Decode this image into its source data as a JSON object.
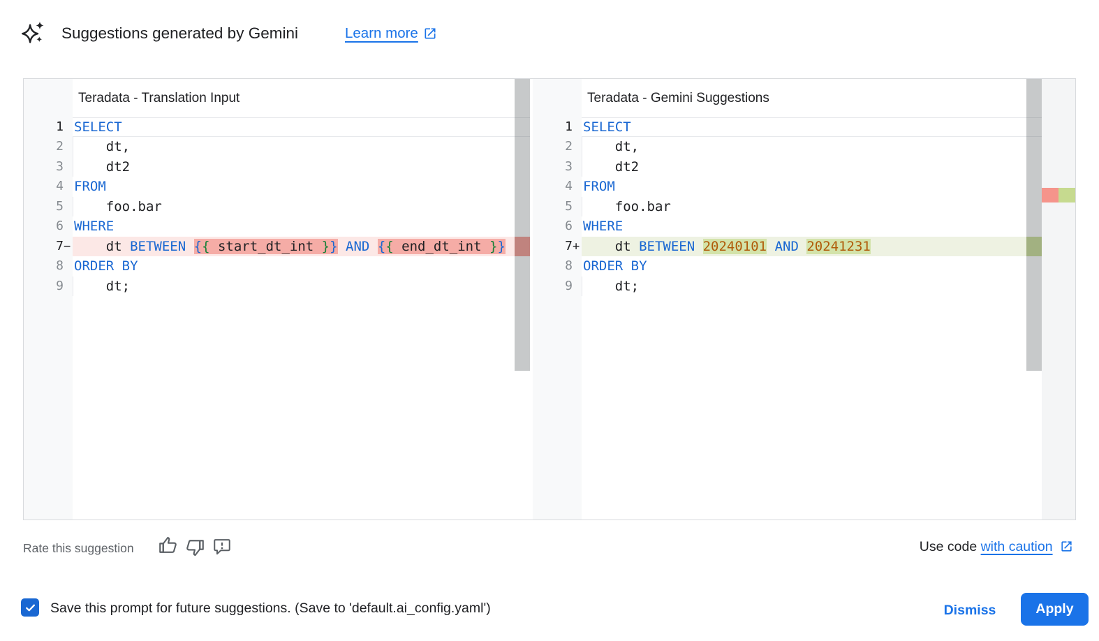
{
  "header": {
    "title": "Suggestions generated by Gemini",
    "learn_more_label": "Learn more"
  },
  "colors": {
    "accent_blue": "#1a73e8",
    "keyword_blue": "#1967d2",
    "number_orange": "#b05b09",
    "brace_outer_blue": "#1967d2",
    "brace_inner_green": "#188038",
    "text_dark": "#202124",
    "text_gray": "#5f6368",
    "line_number_gray": "#868b90",
    "gutter_bg": "#f8f9fa",
    "panel_border": "#d9dbde",
    "removed_line_bg": "#fce8e6",
    "removed_word_bg": "#f5aca6",
    "added_line_bg": "#eef2e2",
    "added_word_bg": "#d3e3aa",
    "ruler_red": "#f5948b",
    "ruler_green": "#c6da8f",
    "checkbox_blue": "#1967d2"
  },
  "left_panel": {
    "title": "Teradata - Translation Input",
    "lines": [
      {
        "num": "1",
        "active": true,
        "segs": [
          {
            "t": "SELECT",
            "c": "kw"
          }
        ]
      },
      {
        "num": "2",
        "indent": true,
        "segs": [
          {
            "t": "    dt,",
            "c": "id"
          }
        ]
      },
      {
        "num": "3",
        "indent": true,
        "segs": [
          {
            "t": "    dt2",
            "c": "id"
          }
        ]
      },
      {
        "num": "4",
        "segs": [
          {
            "t": "FROM",
            "c": "kw"
          }
        ]
      },
      {
        "num": "5",
        "indent": true,
        "segs": [
          {
            "t": "    foo.bar",
            "c": "id"
          }
        ]
      },
      {
        "num": "6",
        "segs": [
          {
            "t": "WHERE",
            "c": "kw"
          }
        ]
      },
      {
        "num": "7",
        "sign": "−",
        "diff": "removed",
        "segs": [
          {
            "t": "    dt ",
            "c": "id"
          },
          {
            "t": "BETWEEN",
            "c": "kw"
          },
          {
            "t": " ",
            "c": "id"
          },
          {
            "t": "{",
            "c": "b1",
            "hl": true
          },
          {
            "t": "{",
            "c": "b2",
            "hl": true
          },
          {
            "t": " start_dt_int ",
            "c": "id",
            "hl": true
          },
          {
            "t": "}",
            "c": "b2",
            "hl": true
          },
          {
            "t": "}",
            "c": "b1",
            "hl": true
          },
          {
            "t": " ",
            "c": "id"
          },
          {
            "t": "AND",
            "c": "kw"
          },
          {
            "t": " ",
            "c": "id"
          },
          {
            "t": "{",
            "c": "b1",
            "hl": true
          },
          {
            "t": "{",
            "c": "b2",
            "hl": true
          },
          {
            "t": " end_dt_int ",
            "c": "id",
            "hl": true
          },
          {
            "t": "}",
            "c": "b2",
            "hl": true
          },
          {
            "t": "}",
            "c": "b1",
            "hl": true
          }
        ]
      },
      {
        "num": "8",
        "segs": [
          {
            "t": "ORDER BY",
            "c": "kw"
          }
        ]
      },
      {
        "num": "9",
        "indent": true,
        "segs": [
          {
            "t": "    dt;",
            "c": "id"
          }
        ]
      }
    ]
  },
  "right_panel": {
    "title": "Teradata - Gemini Suggestions",
    "lines": [
      {
        "num": "1",
        "active": true,
        "segs": [
          {
            "t": "SELECT",
            "c": "kw"
          }
        ]
      },
      {
        "num": "2",
        "indent": true,
        "segs": [
          {
            "t": "    dt,",
            "c": "id"
          }
        ]
      },
      {
        "num": "3",
        "indent": true,
        "segs": [
          {
            "t": "    dt2",
            "c": "id"
          }
        ]
      },
      {
        "num": "4",
        "segs": [
          {
            "t": "FROM",
            "c": "kw"
          }
        ]
      },
      {
        "num": "5",
        "indent": true,
        "segs": [
          {
            "t": "    foo.bar",
            "c": "id"
          }
        ]
      },
      {
        "num": "6",
        "segs": [
          {
            "t": "WHERE",
            "c": "kw"
          }
        ]
      },
      {
        "num": "7",
        "sign": "+",
        "diff": "added",
        "segs": [
          {
            "t": "    dt ",
            "c": "id"
          },
          {
            "t": "BETWEEN",
            "c": "kw"
          },
          {
            "t": " ",
            "c": "id"
          },
          {
            "t": "20240101",
            "c": "num",
            "hl": true
          },
          {
            "t": " ",
            "c": "id"
          },
          {
            "t": "AND",
            "c": "kw"
          },
          {
            "t": " ",
            "c": "id"
          },
          {
            "t": "20241231",
            "c": "num",
            "hl": true
          }
        ]
      },
      {
        "num": "8",
        "segs": [
          {
            "t": "ORDER BY",
            "c": "kw"
          }
        ]
      },
      {
        "num": "9",
        "indent": true,
        "segs": [
          {
            "t": "    dt;",
            "c": "id"
          }
        ]
      }
    ]
  },
  "rate": {
    "label": "Rate this suggestion"
  },
  "use_code": {
    "prefix": "Use code",
    "link": "with caution"
  },
  "footer": {
    "checkbox_checked": true,
    "save_label": "Save this prompt for future suggestions. (Save to 'default.ai_config.yaml')",
    "dismiss_label": "Dismiss",
    "apply_label": "Apply"
  }
}
